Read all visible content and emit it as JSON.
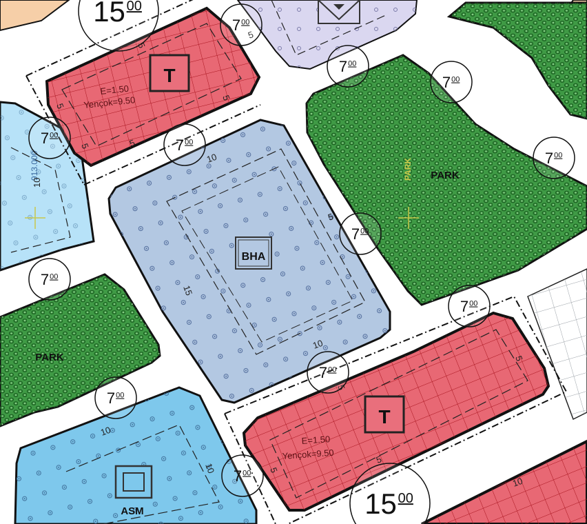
{
  "colors": {
    "commercial_fill": "#e86874",
    "commercial_hatch": "#a8141e",
    "bha_fill": "#b3c8e2",
    "park_fill": "#3f9a45",
    "park_dot": "#1c6a25",
    "asm_fill": "#7ec8ec",
    "left_blue_fill": "#b7e2f8",
    "lavender_fill": "#dad7f0",
    "peach_fill": "#f6cfa8",
    "road": "#ffffff",
    "outline": "#111111"
  },
  "symbols": {
    "commercial_letter": "T",
    "bha_label": "BHA",
    "asm_label": "ASM"
  },
  "labels": {
    "park": "PARK",
    "e_ratio": "E=1.50",
    "height": "Yençok=9.50",
    "vertical_green": "PARK",
    "vertical_left": "913.000"
  },
  "road_widths": {
    "wide": {
      "value": "15",
      "sup": "00"
    },
    "narrow": {
      "value": "7",
      "sup": "00"
    }
  },
  "setbacks": {
    "five": "5",
    "ten": "10",
    "fifteen": "15"
  }
}
